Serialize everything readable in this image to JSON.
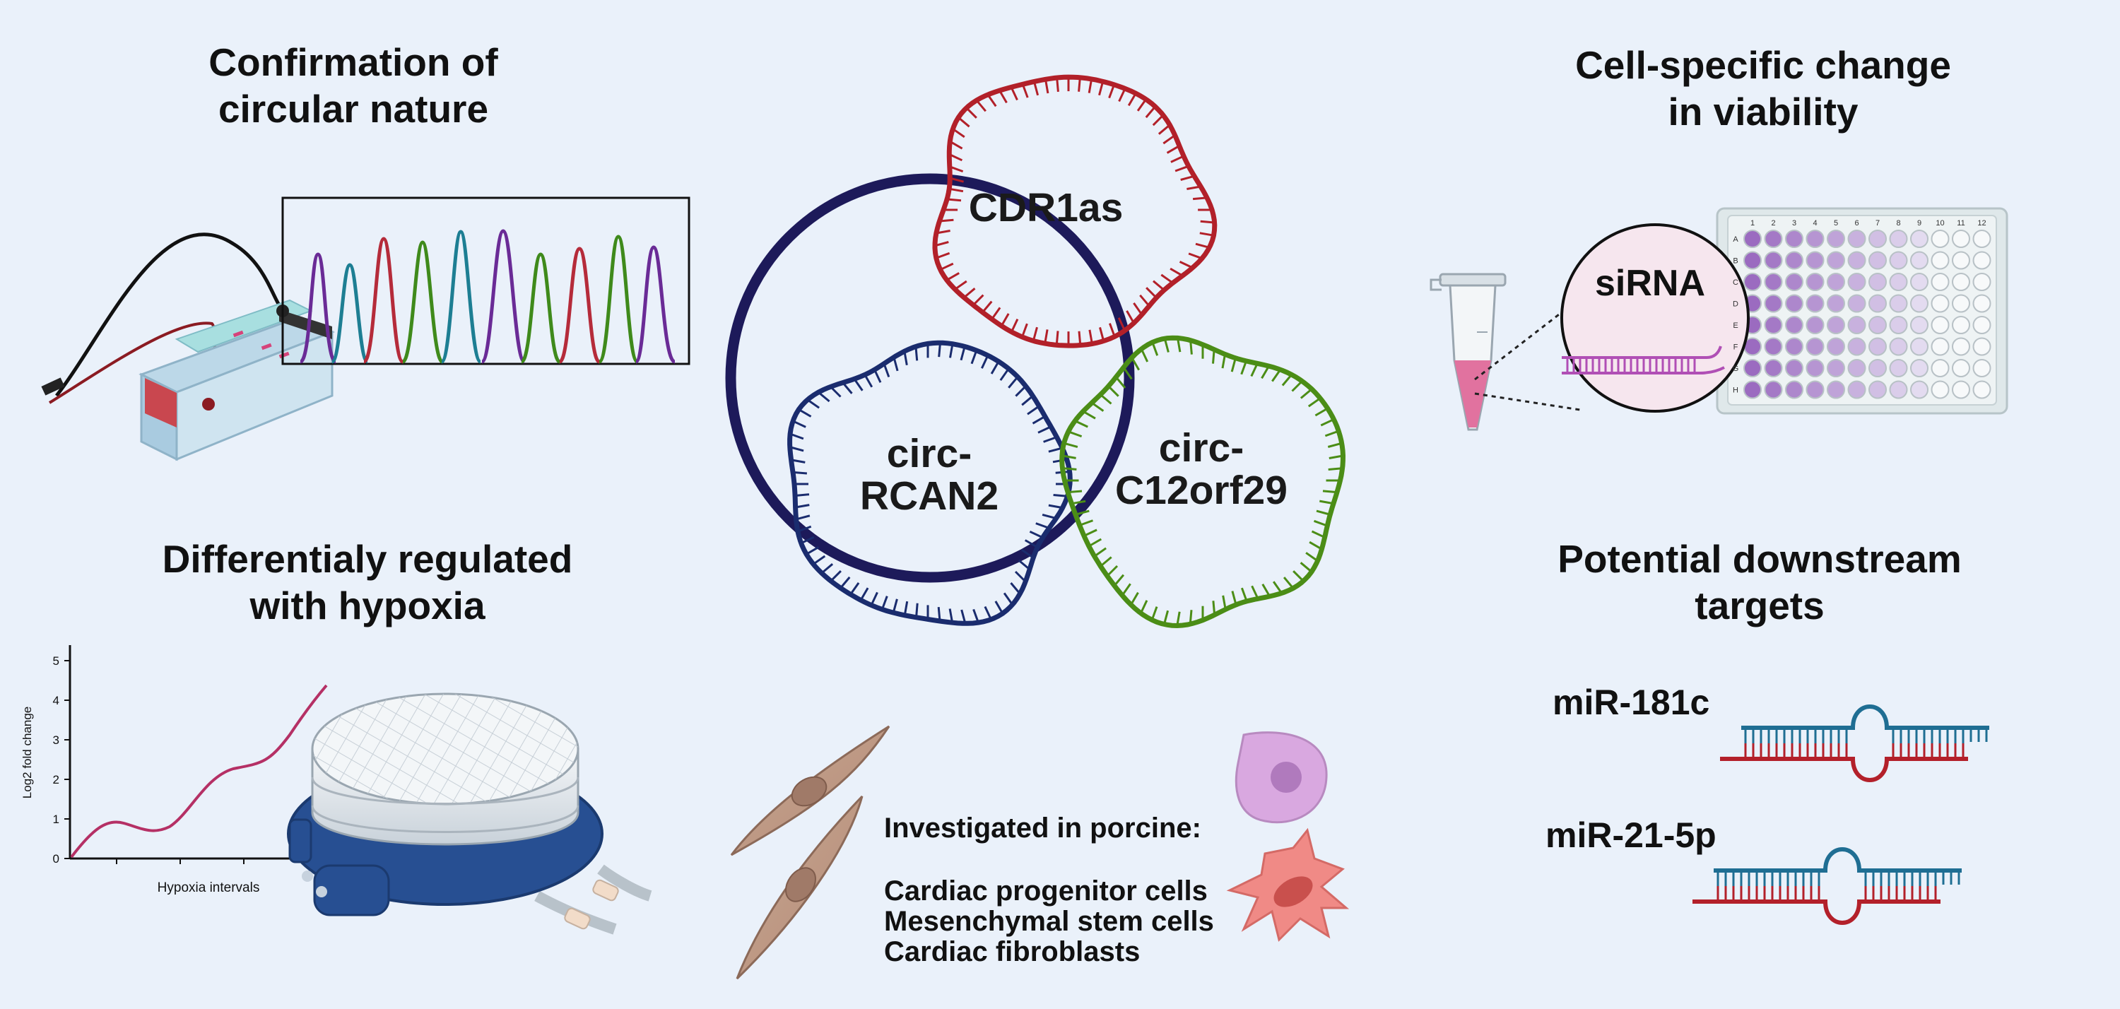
{
  "headings": {
    "circular_nature": [
      "Confirmation of",
      "circular nature"
    ],
    "viability": [
      "Cell-specific change",
      "in viability"
    ],
    "hypoxia": [
      "Differentialy regulated",
      "with hypoxia"
    ],
    "targets": [
      "Potential downstream",
      "targets"
    ]
  },
  "circrnas": {
    "cdr1as": [
      "CDR1as"
    ],
    "rcan2": [
      "circ-",
      "RCAN2"
    ],
    "c12orf29": [
      "circ-",
      "C12orf29"
    ]
  },
  "sirna_label": "siRNA",
  "plate": {
    "columns": [
      "1",
      "2",
      "3",
      "4",
      "5",
      "6",
      "7",
      "8",
      "9",
      "10",
      "11",
      "12"
    ],
    "rows": [
      "A",
      "B",
      "C",
      "D",
      "E",
      "F",
      "G",
      "H"
    ]
  },
  "hypoxia_chart": {
    "ylabel": "Log2 fold change",
    "xlabel": "Hypoxia intervals",
    "yticks": [
      "0",
      "1",
      "2",
      "3",
      "4",
      "5"
    ]
  },
  "mirnas": [
    "miR-181c",
    "miR-21-5p"
  ],
  "investigated": {
    "title": "Investigated in porcine:",
    "cells": [
      "Cardiac progenitor cells",
      "Mesenchymal stem cells",
      "Cardiac fibroblasts"
    ]
  },
  "colors": {
    "background": "#eaf1fa",
    "outer_ring": "#1d1a5a",
    "cdr1as": "#b22029",
    "rcan2": "#1a2c6e",
    "c12orf29": "#4b8d16",
    "rna_blue": "#1f6e93",
    "rna_red": "#b3202a",
    "curve": "#b53065"
  }
}
